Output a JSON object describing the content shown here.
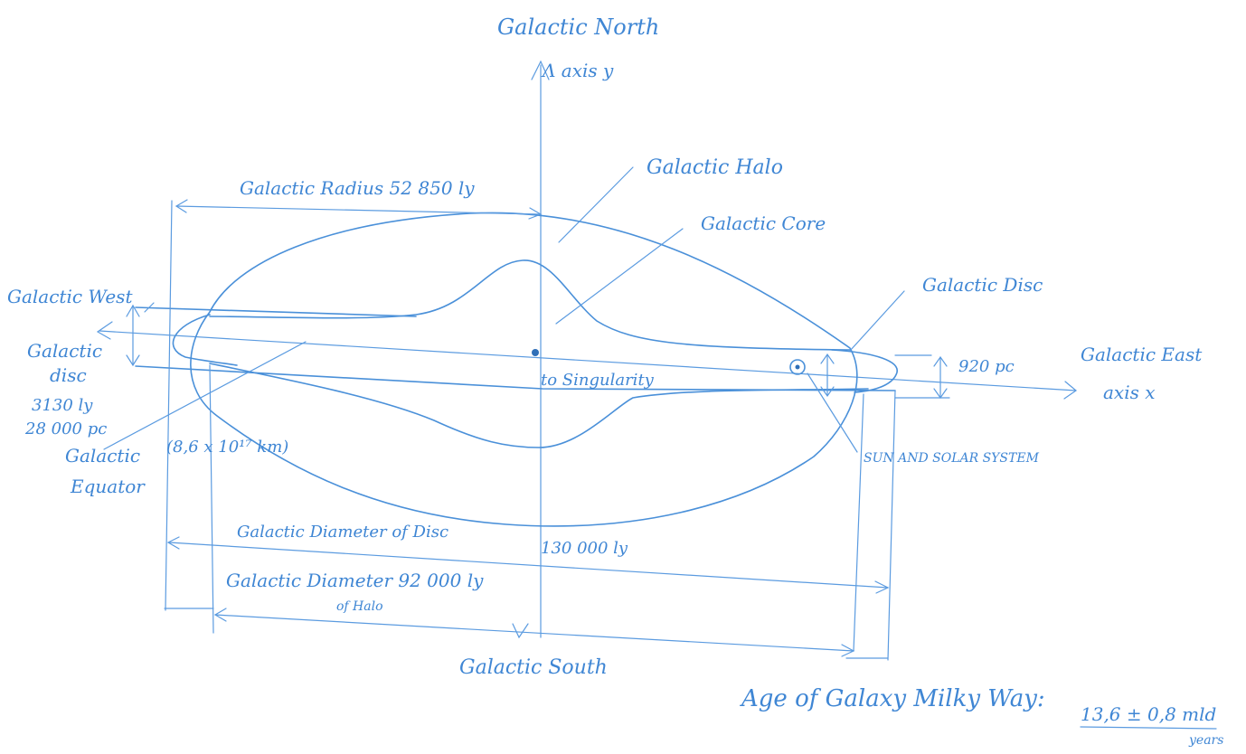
{
  "labels": {
    "north": "Galactic North",
    "axis_y": "Λ axis y",
    "halo": "Galactic Halo",
    "core": "Galactic Core",
    "disc": "Galactic Disc",
    "radius": "Galactic Radius 52 850 ly",
    "west": "Galactic West",
    "disc_left_line1": "Galactic",
    "disc_left_line2": "disc",
    "thickness_ly": "3130 ly",
    "thickness_pc": "28 000 pc",
    "equator_line1": "Galactic",
    "equator_line2": "Equator",
    "km": "(8,6 x 10¹⁷ km)",
    "singularity": "to Singularity",
    "pc_920": "920 pc",
    "east_line1": "Galactic East",
    "east_line2": "axis x",
    "sun": "SUN AND SOLAR SYSTEM",
    "diameter_disc": "Galactic Diameter of Disc",
    "ly_130": "130 000 ly",
    "diameter_halo": "Galactic Diameter 92 000 ly",
    "of_halo": "of Halo",
    "south": "Galactic South",
    "age_prefix": "Age of Galaxy Milky Way:",
    "age_value": "13,6 ± 0,8 mld",
    "age_unit": "years"
  },
  "icons": {
    "sun_symbol": "circled-dot-icon"
  },
  "colors": {
    "ink": "#4a90d9"
  }
}
